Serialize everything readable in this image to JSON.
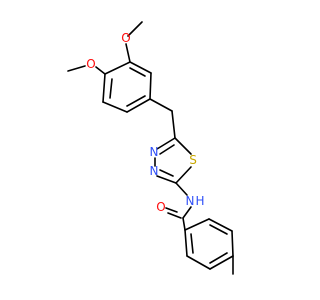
{
  "molecule": {
    "atoms": {
      "o_methoxy_top": {
        "text": "O",
        "color": "#FF0D0D"
      },
      "o_methoxy_left": {
        "text": "O",
        "color": "#FF0D0D"
      },
      "n_ring_upper": {
        "text": "N",
        "color": "#3050F8"
      },
      "n_ring_lower": {
        "text": "N",
        "color": "#3050F8"
      },
      "s_ring": {
        "text": "S",
        "color": "#C8A800"
      },
      "n_amide": {
        "text": "N",
        "color": "#3050F8"
      },
      "h_amide": {
        "text": "H",
        "color": "#3050F8"
      },
      "o_carbonyl": {
        "text": "O",
        "color": "#FF0D0D"
      }
    }
  }
}
